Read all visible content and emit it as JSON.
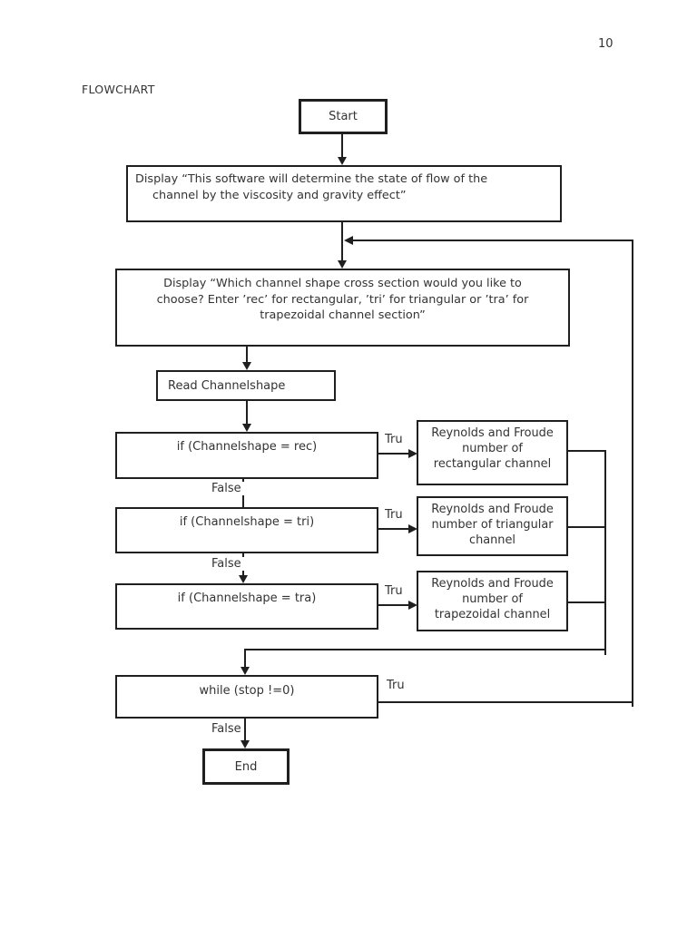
{
  "page": {
    "number": "10",
    "heading": "FLOWCHART"
  },
  "colors": {
    "line": "#1f1f1f",
    "text": "#333333",
    "background": "#ffffff"
  },
  "nodes": {
    "start": {
      "label": "Start"
    },
    "display_intro": {
      "lines": [
        "Display “This software will determine the state of flow of the",
        "channel by the viscosity and gravity effect”"
      ]
    },
    "display_choose": {
      "lines": [
        "Display “Which channel shape cross section would you like to",
        "choose? Enter ’rec’ for rectangular, ’tri’ for triangular or ’tra’ for",
        "trapezoidal channel section”"
      ]
    },
    "read": {
      "label": "Read Channelshape"
    },
    "if_rec": {
      "label": "if (Channelshape = rec)"
    },
    "if_tri": {
      "label": "if (Channelshape = tri)"
    },
    "if_tra": {
      "label": "if (Channelshape = tra)"
    },
    "reynolds_rec": {
      "lines": [
        "Reynolds and Froude",
        "number of",
        "rectangular channel"
      ]
    },
    "reynolds_tri": {
      "lines": [
        "Reynolds and Froude",
        "number of triangular",
        "channel"
      ]
    },
    "reynolds_tra": {
      "lines": [
        "Reynolds and Froude",
        "number of",
        "trapezoidal channel"
      ]
    },
    "while_loop": {
      "label": "while (stop !=0)"
    },
    "end": {
      "label": "End"
    }
  },
  "branch_labels": {
    "if_rec_true": "Tru",
    "if_rec_false": "False",
    "if_tri_true": "Tru",
    "if_tri_false": "False",
    "if_tra_true": "Tru",
    "while_true": "Tru",
    "while_false": "False"
  }
}
